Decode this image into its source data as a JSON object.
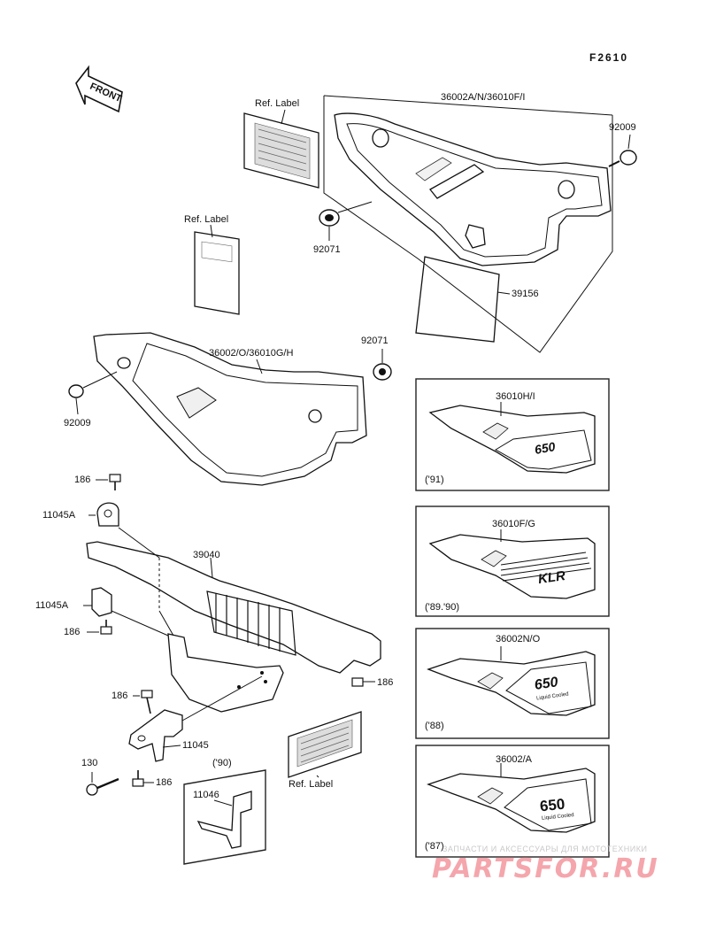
{
  "figure_code": "F2610",
  "front_arrow": "FRONT",
  "labels": {
    "p36002an": "36002A/N/36010F/I",
    "p92009_top": "92009",
    "ref_label_1": "Ref. Label",
    "ref_label_2": "Ref. Label",
    "p92071_a": "92071",
    "p39156": "39156",
    "p36002o": "36002/O/36010G/H",
    "p92071_b": "92071",
    "p92009_left": "92009",
    "p186_a": "186",
    "p11045a_a": "11045A",
    "p39040": "39040",
    "p11045a_b": "11045A",
    "p186_b": "186",
    "p186_c": "186",
    "p186_d": "186",
    "p11045": "11045",
    "p130": "130",
    "p186_e": "186",
    "year_90": "('90)",
    "p11046": "11046",
    "ref_label_3": "Ref. Label"
  },
  "variants": [
    {
      "part": "36010H/I",
      "year": "('91)",
      "decal": "650"
    },
    {
      "part": "36010F/G",
      "year": "('89.'90)",
      "decal": "KLR"
    },
    {
      "part": "36002N/O",
      "year": "('88)",
      "decal": "650",
      "sub": "Liquid Cooled"
    },
    {
      "part": "36002/A",
      "year": "('87)",
      "decal": "650",
      "sub": "Liquid Cooled"
    }
  ],
  "watermark": {
    "caption": "ЗАПЧАСТИ И АКСЕССУАРЫ ДЛЯ МОТОТЕХНИКИ",
    "brand": "PARTSFOR.RU"
  }
}
